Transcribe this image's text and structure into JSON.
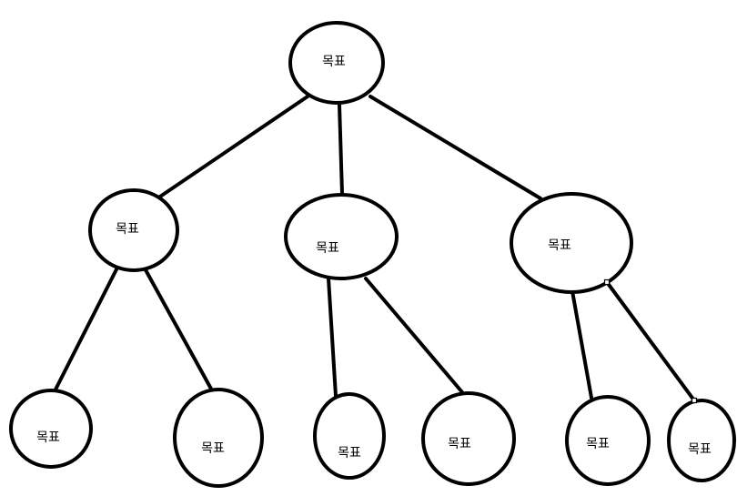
{
  "diagram": {
    "type": "tree",
    "colors": {
      "stroke": "#000000",
      "fill": "#ffffff",
      "text": "#000000"
    },
    "nodes": [
      {
        "id": "root",
        "label": "목표"
      },
      {
        "id": "level1-left",
        "label": "목표"
      },
      {
        "id": "level1-middle",
        "label": "목표"
      },
      {
        "id": "level1-right",
        "label": "목표"
      },
      {
        "id": "leaf-1",
        "label": "목표"
      },
      {
        "id": "leaf-2",
        "label": "목표"
      },
      {
        "id": "leaf-3",
        "label": "목표"
      },
      {
        "id": "leaf-4",
        "label": "목표"
      },
      {
        "id": "leaf-5",
        "label": "목표"
      },
      {
        "id": "leaf-6",
        "label": "목표"
      }
    ],
    "edges": [
      {
        "from": "root",
        "to": "level1-left"
      },
      {
        "from": "root",
        "to": "level1-middle"
      },
      {
        "from": "root",
        "to": "level1-right"
      },
      {
        "from": "level1-left",
        "to": "leaf-1"
      },
      {
        "from": "level1-left",
        "to": "leaf-2"
      },
      {
        "from": "level1-middle",
        "to": "leaf-3"
      },
      {
        "from": "level1-middle",
        "to": "leaf-4"
      },
      {
        "from": "level1-right",
        "to": "leaf-5"
      },
      {
        "from": "level1-right",
        "to": "leaf-6"
      }
    ]
  }
}
